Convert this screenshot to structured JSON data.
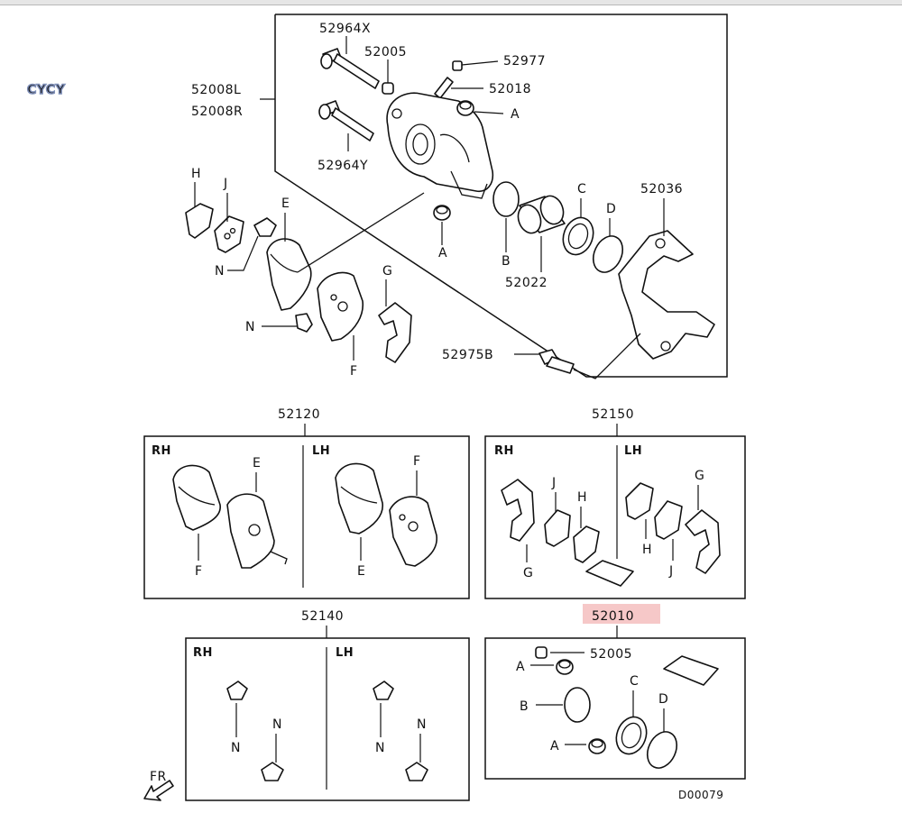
{
  "watermark": "CYCY",
  "diagram_code": "D00079",
  "direction_label": "FR",
  "highlight_color": "#f6c8c8",
  "callouts": {
    "bolt_x": "52964X",
    "bolt_y": "52964Y",
    "caliper_l": "52008L",
    "caliper_r": "52008R",
    "boot_pin": "52005",
    "bleeder_cap": "52977",
    "bleeder": "52018",
    "piston": "52022",
    "support": "52036",
    "support_bolt": "52975B"
  },
  "letters": {
    "a": "A",
    "b": "B",
    "c": "C",
    "d": "D",
    "e": "E",
    "f": "F",
    "g": "G",
    "h": "H",
    "j": "J",
    "n": "N"
  },
  "sides": {
    "rh": "RH",
    "lh": "LH"
  },
  "kits": {
    "pad_kit": "52120",
    "shim_kit": "52150",
    "clip_kit": "52140",
    "seal_kit": "52010",
    "seal_kit_boot": "52005"
  }
}
